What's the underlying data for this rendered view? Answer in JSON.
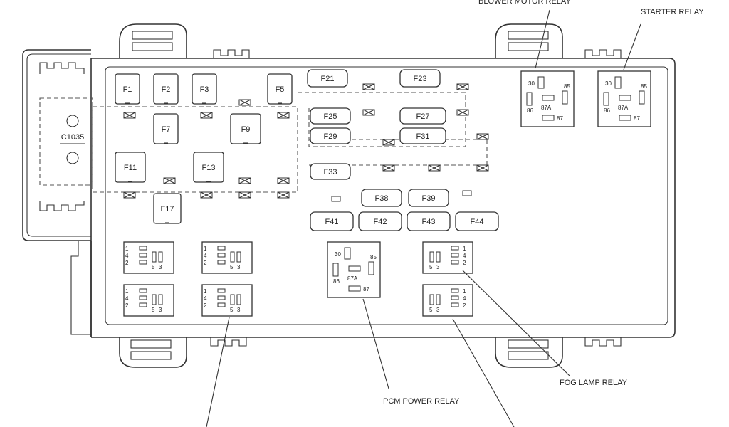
{
  "callouts": {
    "blower_motor_relay": "BLOWER MOTOR RELAY",
    "starter_relay": "STARTER RELAY",
    "fog_lamp_relay": "FOG LAMP RELAY",
    "pcm_power_relay": "PCM POWER RELAY"
  },
  "connector": {
    "label": "C1035"
  },
  "fuses": [
    {
      "id": "F1",
      "shape": "tall"
    },
    {
      "id": "F2",
      "shape": "tall"
    },
    {
      "id": "F3",
      "shape": "tall"
    },
    {
      "id": "F5",
      "shape": "tall"
    },
    {
      "id": "F7",
      "shape": "tall"
    },
    {
      "id": "F9",
      "shape": "tall"
    },
    {
      "id": "F11",
      "shape": "tall"
    },
    {
      "id": "F13",
      "shape": "tall"
    },
    {
      "id": "F17",
      "shape": "tall"
    },
    {
      "id": "F21",
      "shape": "wide"
    },
    {
      "id": "F23",
      "shape": "wide"
    },
    {
      "id": "F25",
      "shape": "wide"
    },
    {
      "id": "F27",
      "shape": "wide"
    },
    {
      "id": "F29",
      "shape": "wide"
    },
    {
      "id": "F31",
      "shape": "wide"
    },
    {
      "id": "F33",
      "shape": "wide"
    },
    {
      "id": "F38",
      "shape": "wide"
    },
    {
      "id": "F39",
      "shape": "wide"
    },
    {
      "id": "F41",
      "shape": "wide"
    },
    {
      "id": "F42",
      "shape": "wide"
    },
    {
      "id": "F43",
      "shape": "wide"
    },
    {
      "id": "F44",
      "shape": "wide"
    }
  ],
  "iso_relay_pins": [
    "30",
    "85",
    "86",
    "87A",
    "87"
  ],
  "mini_relay_pins": [
    "1",
    "4",
    "2",
    "5",
    "3"
  ]
}
